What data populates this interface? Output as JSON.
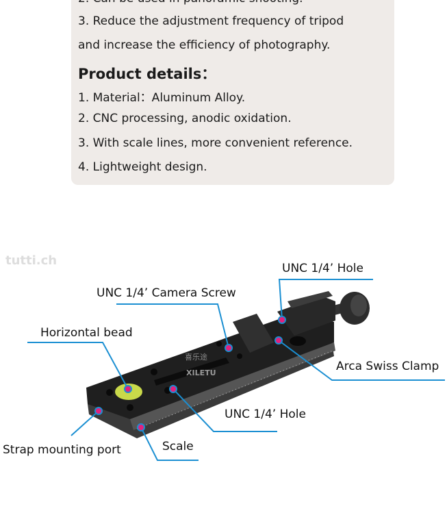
{
  "features": {
    "items": [
      "2. Can be used in panoramic shooting.",
      "3. Reduce the adjustment frequency of tripod",
      " and increase the efficiency of photography."
    ]
  },
  "product_details": {
    "heading": "Product details：",
    "items": [
      "1. Material：Aluminum Alloy.",
      "2. CNC processing, anodic oxidation.",
      "3. With scale lines, more convenient reference.",
      "4. Lightweight design."
    ]
  },
  "callouts": {
    "unc_hole_top": "UNC 1/4’  Hole",
    "camera_screw": "UNC 1/4’  Camera Screw",
    "horizontal_bead": "Horizontal bead",
    "arca_clamp": "Arca Swiss Clamp",
    "unc_hole_bottom": "UNC 1/4’  Hole",
    "strap_port": "Strap mounting port",
    "scale": "Scale"
  },
  "watermarks": {
    "site": "tutti.ch",
    "brand_cn": "喜乐途",
    "brand": "XILETU"
  },
  "colors": {
    "panel": "#efebe8",
    "callout_line": "#1b8fd2",
    "dot": "#e2217d"
  }
}
